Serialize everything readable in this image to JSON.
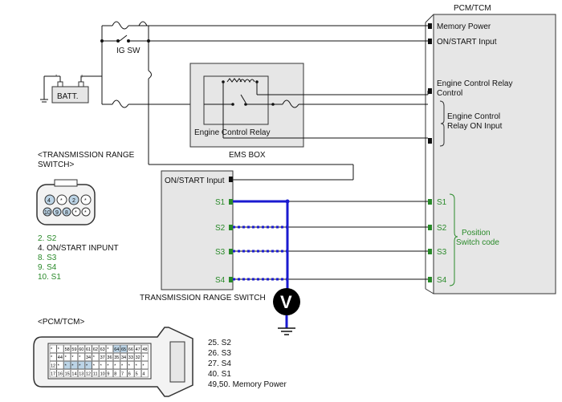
{
  "pcm_block": {
    "title": "PCM/TCM",
    "pins": {
      "memory_power": "Memory Power",
      "on_start_input": "ON/START Input",
      "ecr_control_line1": "Engine Control Relay",
      "ecr_control_line2": "Control",
      "ecr_on_input_line1": "Engine Control",
      "ecr_on_input_line2": "Relay ON Input",
      "s1": "S1",
      "s2": "S2",
      "s3": "S3",
      "s4": "S4"
    },
    "position_code_line1": "Position",
    "position_code_line2": "Switch code"
  },
  "power": {
    "batt_label": "BATT.",
    "ig_sw_label": "IG SW"
  },
  "ems_box": {
    "title": "EMS BOX",
    "relay_label": "Engine Control Relay"
  },
  "trs_block": {
    "on_start_label": "ON/START Input",
    "s1": "S1",
    "s2": "S2",
    "s3": "S3",
    "s4": "S4",
    "caption": "TRANSMISSION RANGE SWITCH"
  },
  "meter": {
    "symbol": "V"
  },
  "trs_connector": {
    "title_line1": "<TRANSMISSION RANGE",
    "title_line2": "SWITCH>",
    "pins_row1": [
      "4",
      "*",
      "2",
      "*"
    ],
    "pins_row2": [
      "10",
      "9",
      "8",
      "*",
      "*"
    ],
    "legend": [
      "2. S2",
      "4. ON/START INPUNT",
      "8. S3",
      "9. S4",
      "10. S1"
    ]
  },
  "pcm_connector": {
    "title": "<PCM/TCM>",
    "row1": [
      "*",
      "*",
      "58",
      "59",
      "60",
      "61",
      "62",
      "63",
      "*",
      "64",
      "65",
      "66",
      "47",
      "48"
    ],
    "row2": [
      "*",
      "44",
      "*",
      "*",
      "*",
      "34",
      "*",
      "37",
      "36",
      "35",
      "34",
      "33",
      "32",
      "*"
    ],
    "row3": [
      "12",
      "*",
      "*",
      "*",
      "*",
      "*",
      "*",
      "*",
      "*",
      "*",
      "*",
      "*",
      "*",
      "*"
    ],
    "row4": [
      "17",
      "16",
      "15",
      "14",
      "13",
      "12",
      "11",
      "10",
      "9",
      "8",
      "7",
      "6",
      "5",
      "4"
    ],
    "legend": [
      "25. S2",
      "26. S3",
      "27. S4",
      "40. S1",
      "49,50. Memory Power"
    ]
  },
  "colors": {
    "box_fill": "#e6e6e6",
    "wire": "#111111",
    "probe_wire": "#1a1ad0",
    "green_text": "#2a8a2a",
    "meter": "#000000"
  }
}
